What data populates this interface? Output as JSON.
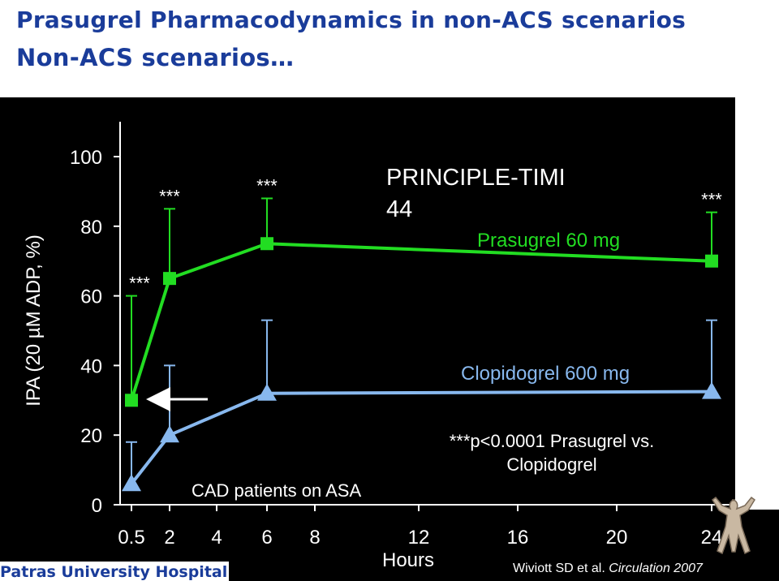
{
  "titles": {
    "line1": "Prasugrel Pharmacodynamics in non-ACS scenarios",
    "line2": "Non-ACS scenarios…"
  },
  "footer": {
    "institution": "Patras University Hospital",
    "citation_prefix": "Wiviott SD et al.",
    "citation_journal": "Circulation 2007"
  },
  "colors": {
    "prasugrel": "#22dd22",
    "clopidogrel": "#88b8ee",
    "accent_title": "#1a3c9a",
    "background": "#000000"
  },
  "chart_data": {
    "type": "line",
    "ylabel": "IPA (20 µM ADP, %)",
    "xlabel": "Hours",
    "ylim": [
      0,
      100
    ],
    "yticks": [
      0,
      20,
      40,
      60,
      80,
      100
    ],
    "xticks": [
      "0.5",
      "2",
      "4",
      "6",
      "8",
      "12",
      "16",
      "20",
      "24"
    ],
    "grid": false,
    "series": [
      {
        "name": "Prasugrel 60 mg",
        "marker": "square",
        "points": [
          {
            "x": "0.5",
            "y": 30,
            "err_high": 60,
            "sig": "***"
          },
          {
            "x": "2",
            "y": 65,
            "err_high": 85,
            "sig": "***"
          },
          {
            "x": "6",
            "y": 75,
            "err_high": 88,
            "sig": "***"
          },
          {
            "x": "24",
            "y": 70,
            "err_high": 84,
            "sig": "***"
          }
        ]
      },
      {
        "name": "Clopidogrel 600 mg",
        "marker": "triangle",
        "points": [
          {
            "x": "0.5",
            "y": 6,
            "err_high": 18
          },
          {
            "x": "2",
            "y": 20,
            "err_high": 40
          },
          {
            "x": "6",
            "y": 32,
            "err_high": 53
          },
          {
            "x": "24",
            "y": 32.5,
            "err_high": 53
          }
        ]
      }
    ],
    "annotations": {
      "study": "PRINCIPLE-TIMI 44",
      "population": "CAD patients on ASA",
      "pvalue_line1": "***p<0.0001 Prasugrel vs.",
      "pvalue_line2": "Clopidogrel"
    }
  }
}
